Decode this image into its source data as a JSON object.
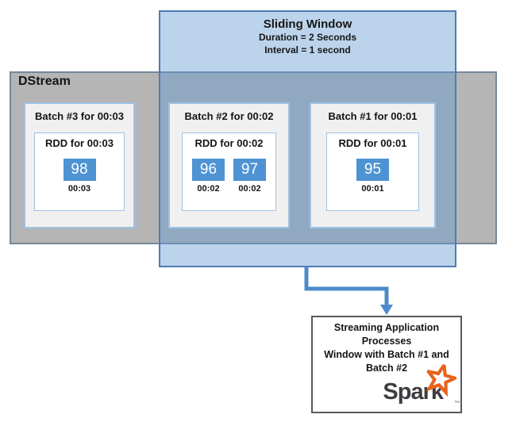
{
  "diagram": {
    "sliding_window": {
      "title": "Sliding Window",
      "duration": "Duration = 2 Seconds",
      "interval": "Interval = 1 second"
    },
    "dstream": {
      "label": "DStream"
    },
    "batches": [
      {
        "title": "Batch #3 for 00:03",
        "rdd": {
          "title": "RDD for 00:03",
          "items": [
            {
              "value": "98",
              "time": "00:03"
            }
          ]
        }
      },
      {
        "title": "Batch #2 for 00:02",
        "rdd": {
          "title": "RDD for 00:02",
          "items": [
            {
              "value": "96",
              "time": "00:02"
            },
            {
              "value": "97",
              "time": "00:02"
            }
          ]
        }
      },
      {
        "title": "Batch #1 for 00:01",
        "rdd": {
          "title": "RDD for 00:01",
          "items": [
            {
              "value": "95",
              "time": "00:01"
            }
          ]
        }
      }
    ],
    "processor": {
      "lines": [
        "Streaming Application",
        "Processes",
        "Window with Batch #1 and",
        "Batch #2"
      ],
      "logo": {
        "text": "Spark",
        "trademark": "™"
      }
    },
    "colors": {
      "window_fill": "#c2d6ec",
      "window_border": "#4e7cb2",
      "overlap_fill": "#90a7bf",
      "dstream_fill": "#b5b5b5",
      "dstream_border": "#75889d",
      "batch_fill": "#f0f0f0",
      "batch_border": "#9cc2e5",
      "value_square_fill": "#4e93d3",
      "arrow": "#4c8bc9",
      "processor_border": "#595959",
      "spark_text": "#3d3c40",
      "spark_star": "#e7641e"
    }
  }
}
